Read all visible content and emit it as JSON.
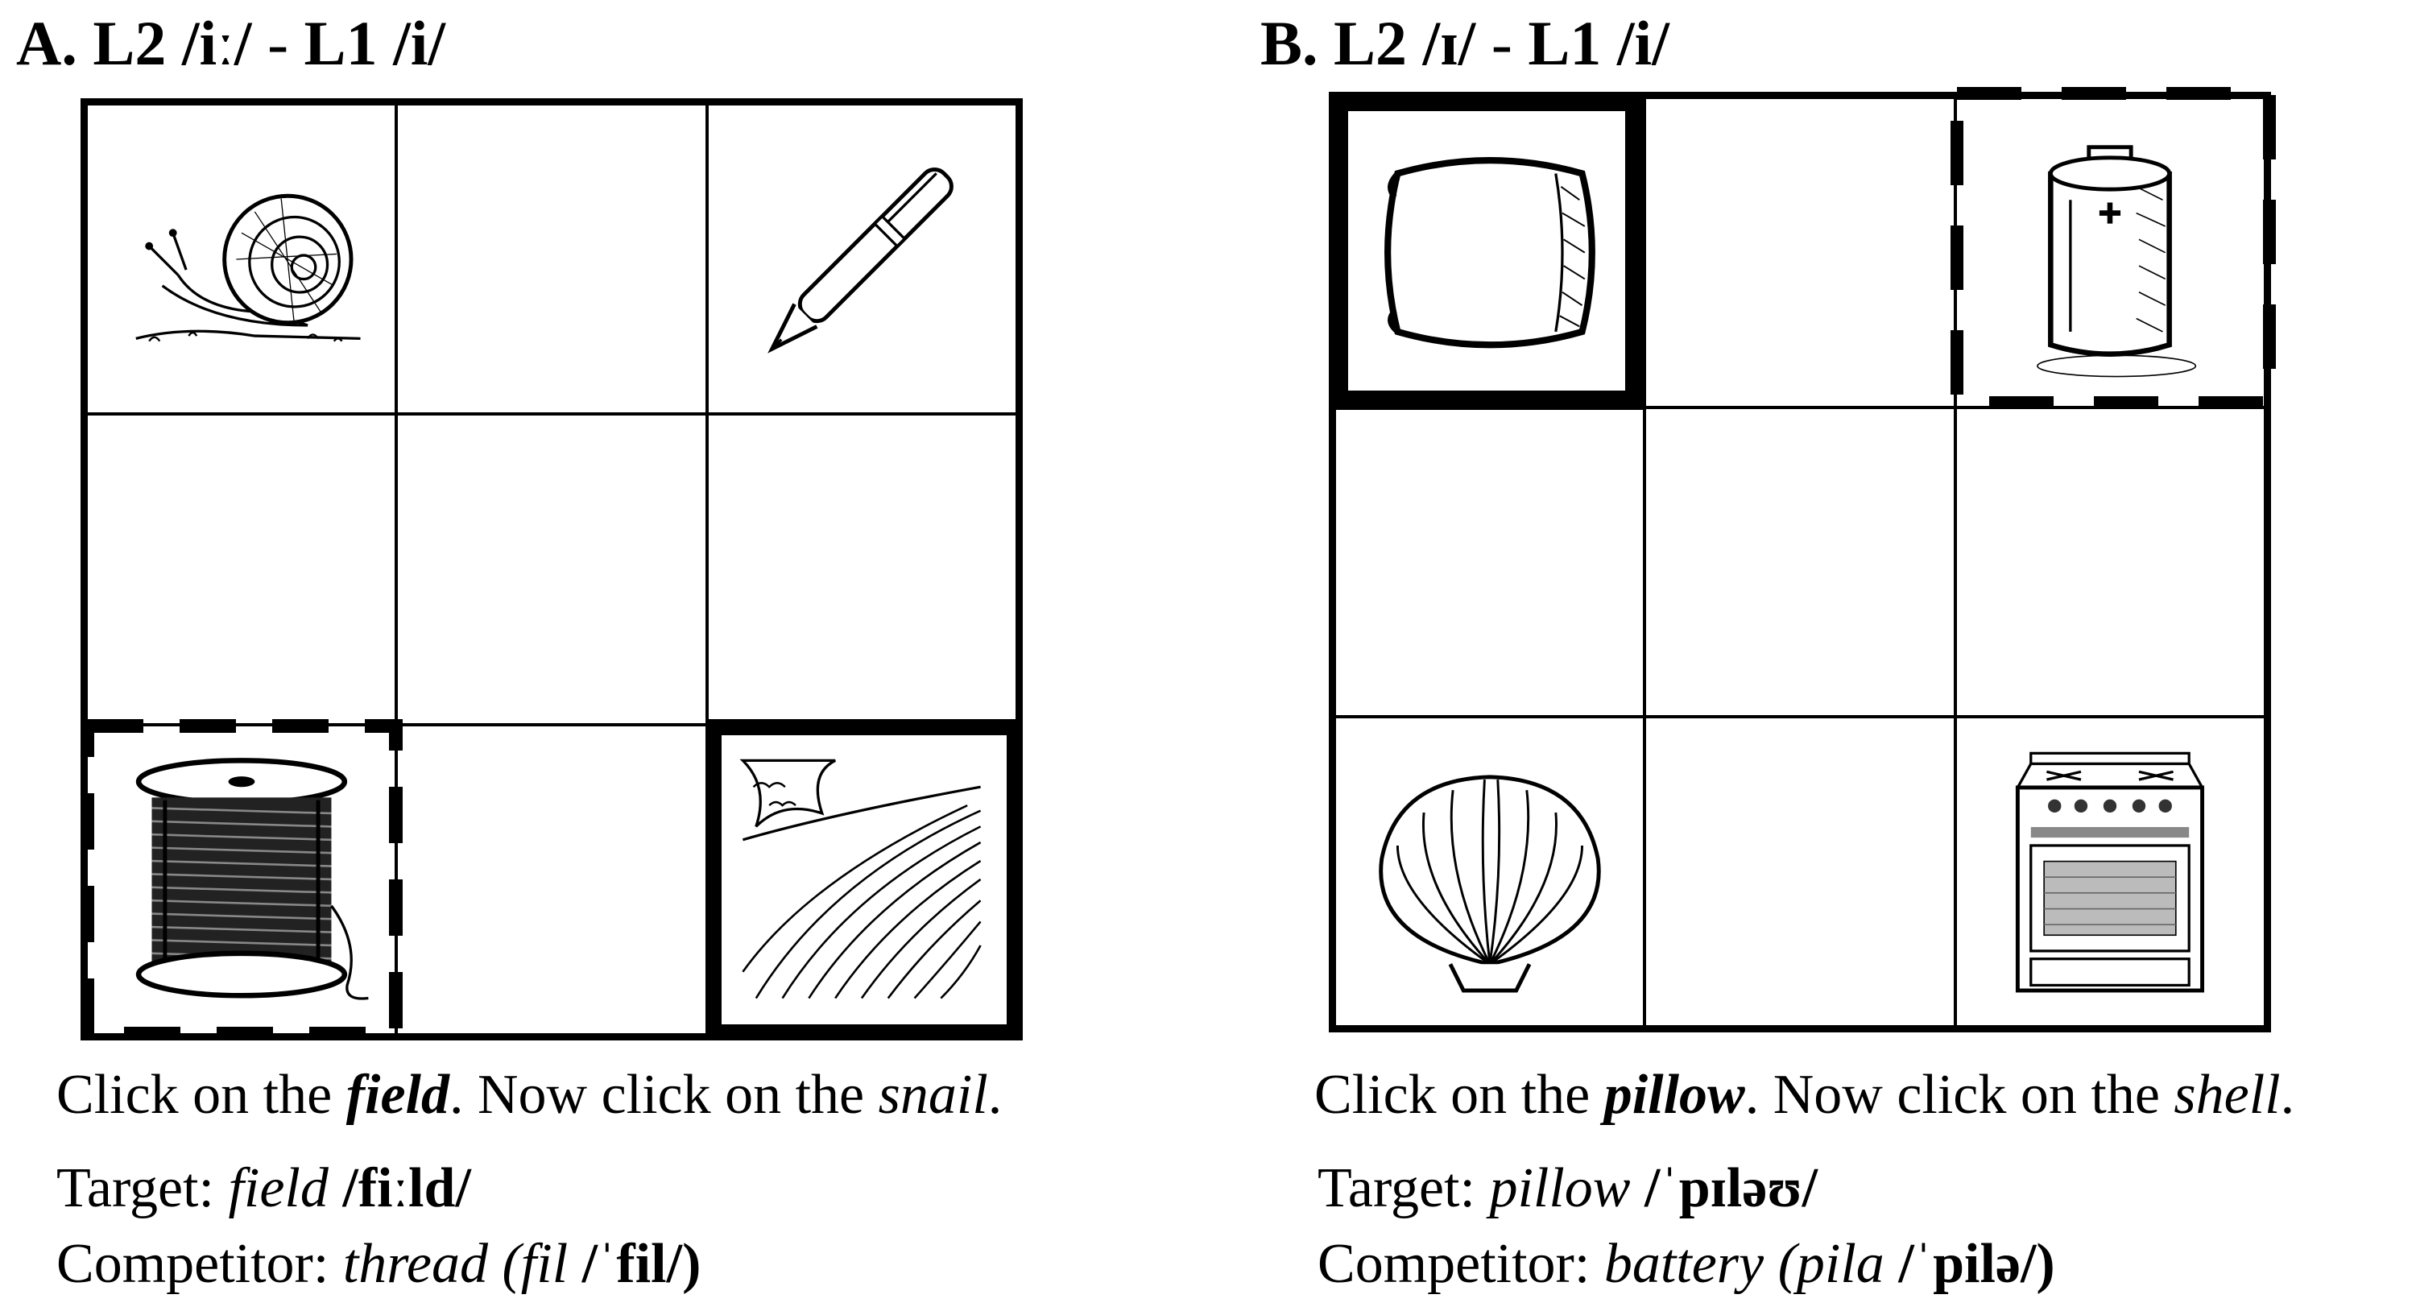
{
  "panel_a": {
    "label": "A.",
    "l2": "L2 /iː/",
    "sep": " - ",
    "l1": "L1 /i/",
    "grid": [
      "snail",
      "",
      "pen",
      "",
      "",
      "",
      "thread",
      "",
      "field"
    ],
    "target_index": 8,
    "competitor_index": 6,
    "instruction": {
      "p1": "Click on the ",
      "target_word": "field",
      "p2": ". Now click on the ",
      "second_word": "snail",
      "p3": "."
    },
    "target_line": {
      "label": "Target: ",
      "word": "field",
      "ipa_prefix": " /",
      "ipa_bold": "fi",
      "ipa_mid": "ː",
      "ipa_bold2": "ld",
      "ipa_suffix": "/"
    },
    "competitor_line": {
      "label": "Competitor: ",
      "word": "thread",
      "l1_word": " (fil",
      "ipa_prefix": " /ˈ",
      "ipa_bold": "fil",
      "ipa_suffix": "/)"
    }
  },
  "panel_b": {
    "label": "B.",
    "l2": "L2 /ɪ/",
    "sep": " - ",
    "l1": "L1 /i/",
    "grid": [
      "pillow",
      "",
      "battery",
      "",
      "",
      "",
      "shell",
      "",
      "stove"
    ],
    "target_index": 0,
    "competitor_index": 2,
    "instruction": {
      "p1": "Click on the ",
      "target_word": "pillow",
      "p2": ". Now click on the ",
      "second_word": "shell",
      "p3": "."
    },
    "target_line": {
      "label": "Target: ",
      "word": "pillow",
      "ipa_prefix": " /ˈ",
      "ipa_bold": "pɪləʊ",
      "ipa_suffix": "/"
    },
    "competitor_line": {
      "label": "Competitor: ",
      "word": "battery",
      "l1_word": " (pila",
      "ipa_prefix": " /ˈ",
      "ipa_bold": "pilə",
      "ipa_suffix": "/)"
    }
  }
}
